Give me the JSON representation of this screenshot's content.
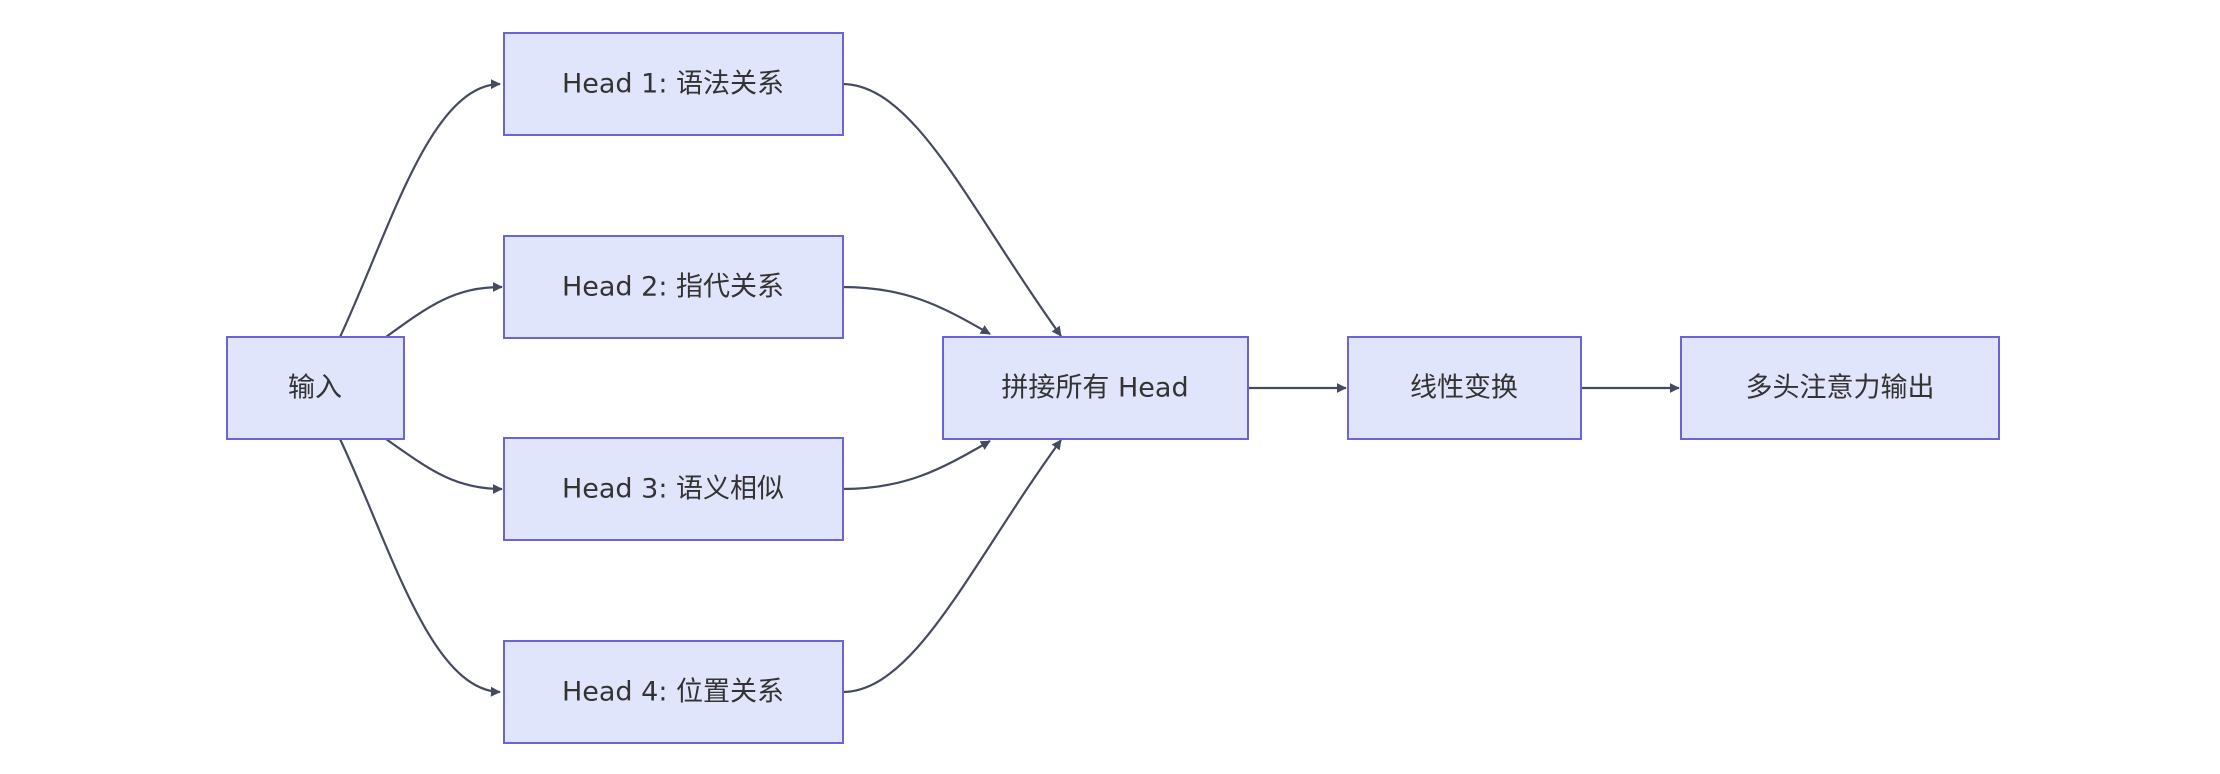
{
  "diagram": {
    "nodes": [
      {
        "id": "input",
        "label": "输入"
      },
      {
        "id": "head1",
        "label": "Head 1: 语法关系"
      },
      {
        "id": "head2",
        "label": "Head 2: 指代关系"
      },
      {
        "id": "head3",
        "label": "Head 3: 语义相似"
      },
      {
        "id": "head4",
        "label": "Head 4: 位置关系"
      },
      {
        "id": "concat",
        "label": "拼接所有 Head"
      },
      {
        "id": "linear",
        "label": "线性变换"
      },
      {
        "id": "output",
        "label": "多头注意力输出"
      }
    ],
    "edges": [
      {
        "from": "input",
        "to": "head1"
      },
      {
        "from": "input",
        "to": "head2"
      },
      {
        "from": "input",
        "to": "head3"
      },
      {
        "from": "input",
        "to": "head4"
      },
      {
        "from": "head1",
        "to": "concat"
      },
      {
        "from": "head2",
        "to": "concat"
      },
      {
        "from": "head3",
        "to": "concat"
      },
      {
        "from": "head4",
        "to": "concat"
      },
      {
        "from": "concat",
        "to": "linear"
      },
      {
        "from": "linear",
        "to": "output"
      }
    ],
    "colors": {
      "node_fill": "#e1e5fb",
      "node_stroke": "#6b63d8",
      "edge": "#444a5f",
      "text": "#333333"
    }
  }
}
